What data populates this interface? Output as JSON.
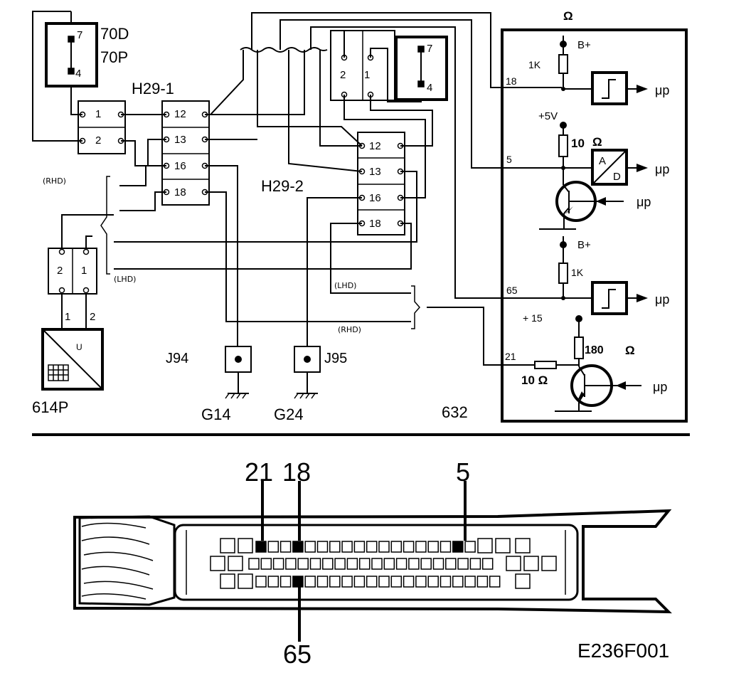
{
  "labels": {
    "relay_top": "70D",
    "relay_bottom": "70P",
    "relay_pin_7": "7",
    "relay_pin_4": "4",
    "conn_h29_1": "H29-1",
    "conn_h29_2": "H29-2",
    "h29_pins": [
      "12",
      "13",
      "16",
      "18"
    ],
    "small_conn_pins": [
      "1",
      "2"
    ],
    "rhd": "(RHD)",
    "lhd": "(LHD)",
    "omega": "Ω",
    "ecu": "632",
    "sensor": "614P",
    "sensor_symbol": "U",
    "sensor_pin_1": "1",
    "sensor_pin_2": "2",
    "j94": "J94",
    "j95": "J95",
    "g14": "G14",
    "g24": "G24",
    "b_plus": "B+",
    "r_1k": "1K",
    "plus_5v": "+5V",
    "plus_15": "+ 15",
    "r_10": "10",
    "r_180": "180",
    "ad_a": "A",
    "ad_d": "D",
    "mu_p": "μp",
    "ecu_pin_18": "18",
    "ecu_pin_5": "5",
    "ecu_pin_65": "65",
    "ecu_pin_21": "21",
    "r_10_ohm": "10   Ω",
    "bottom_pin_21": "21",
    "bottom_pin_18": "18",
    "bottom_pin_5": "5",
    "bottom_pin_65": "65",
    "figure_code": "E236F001"
  }
}
